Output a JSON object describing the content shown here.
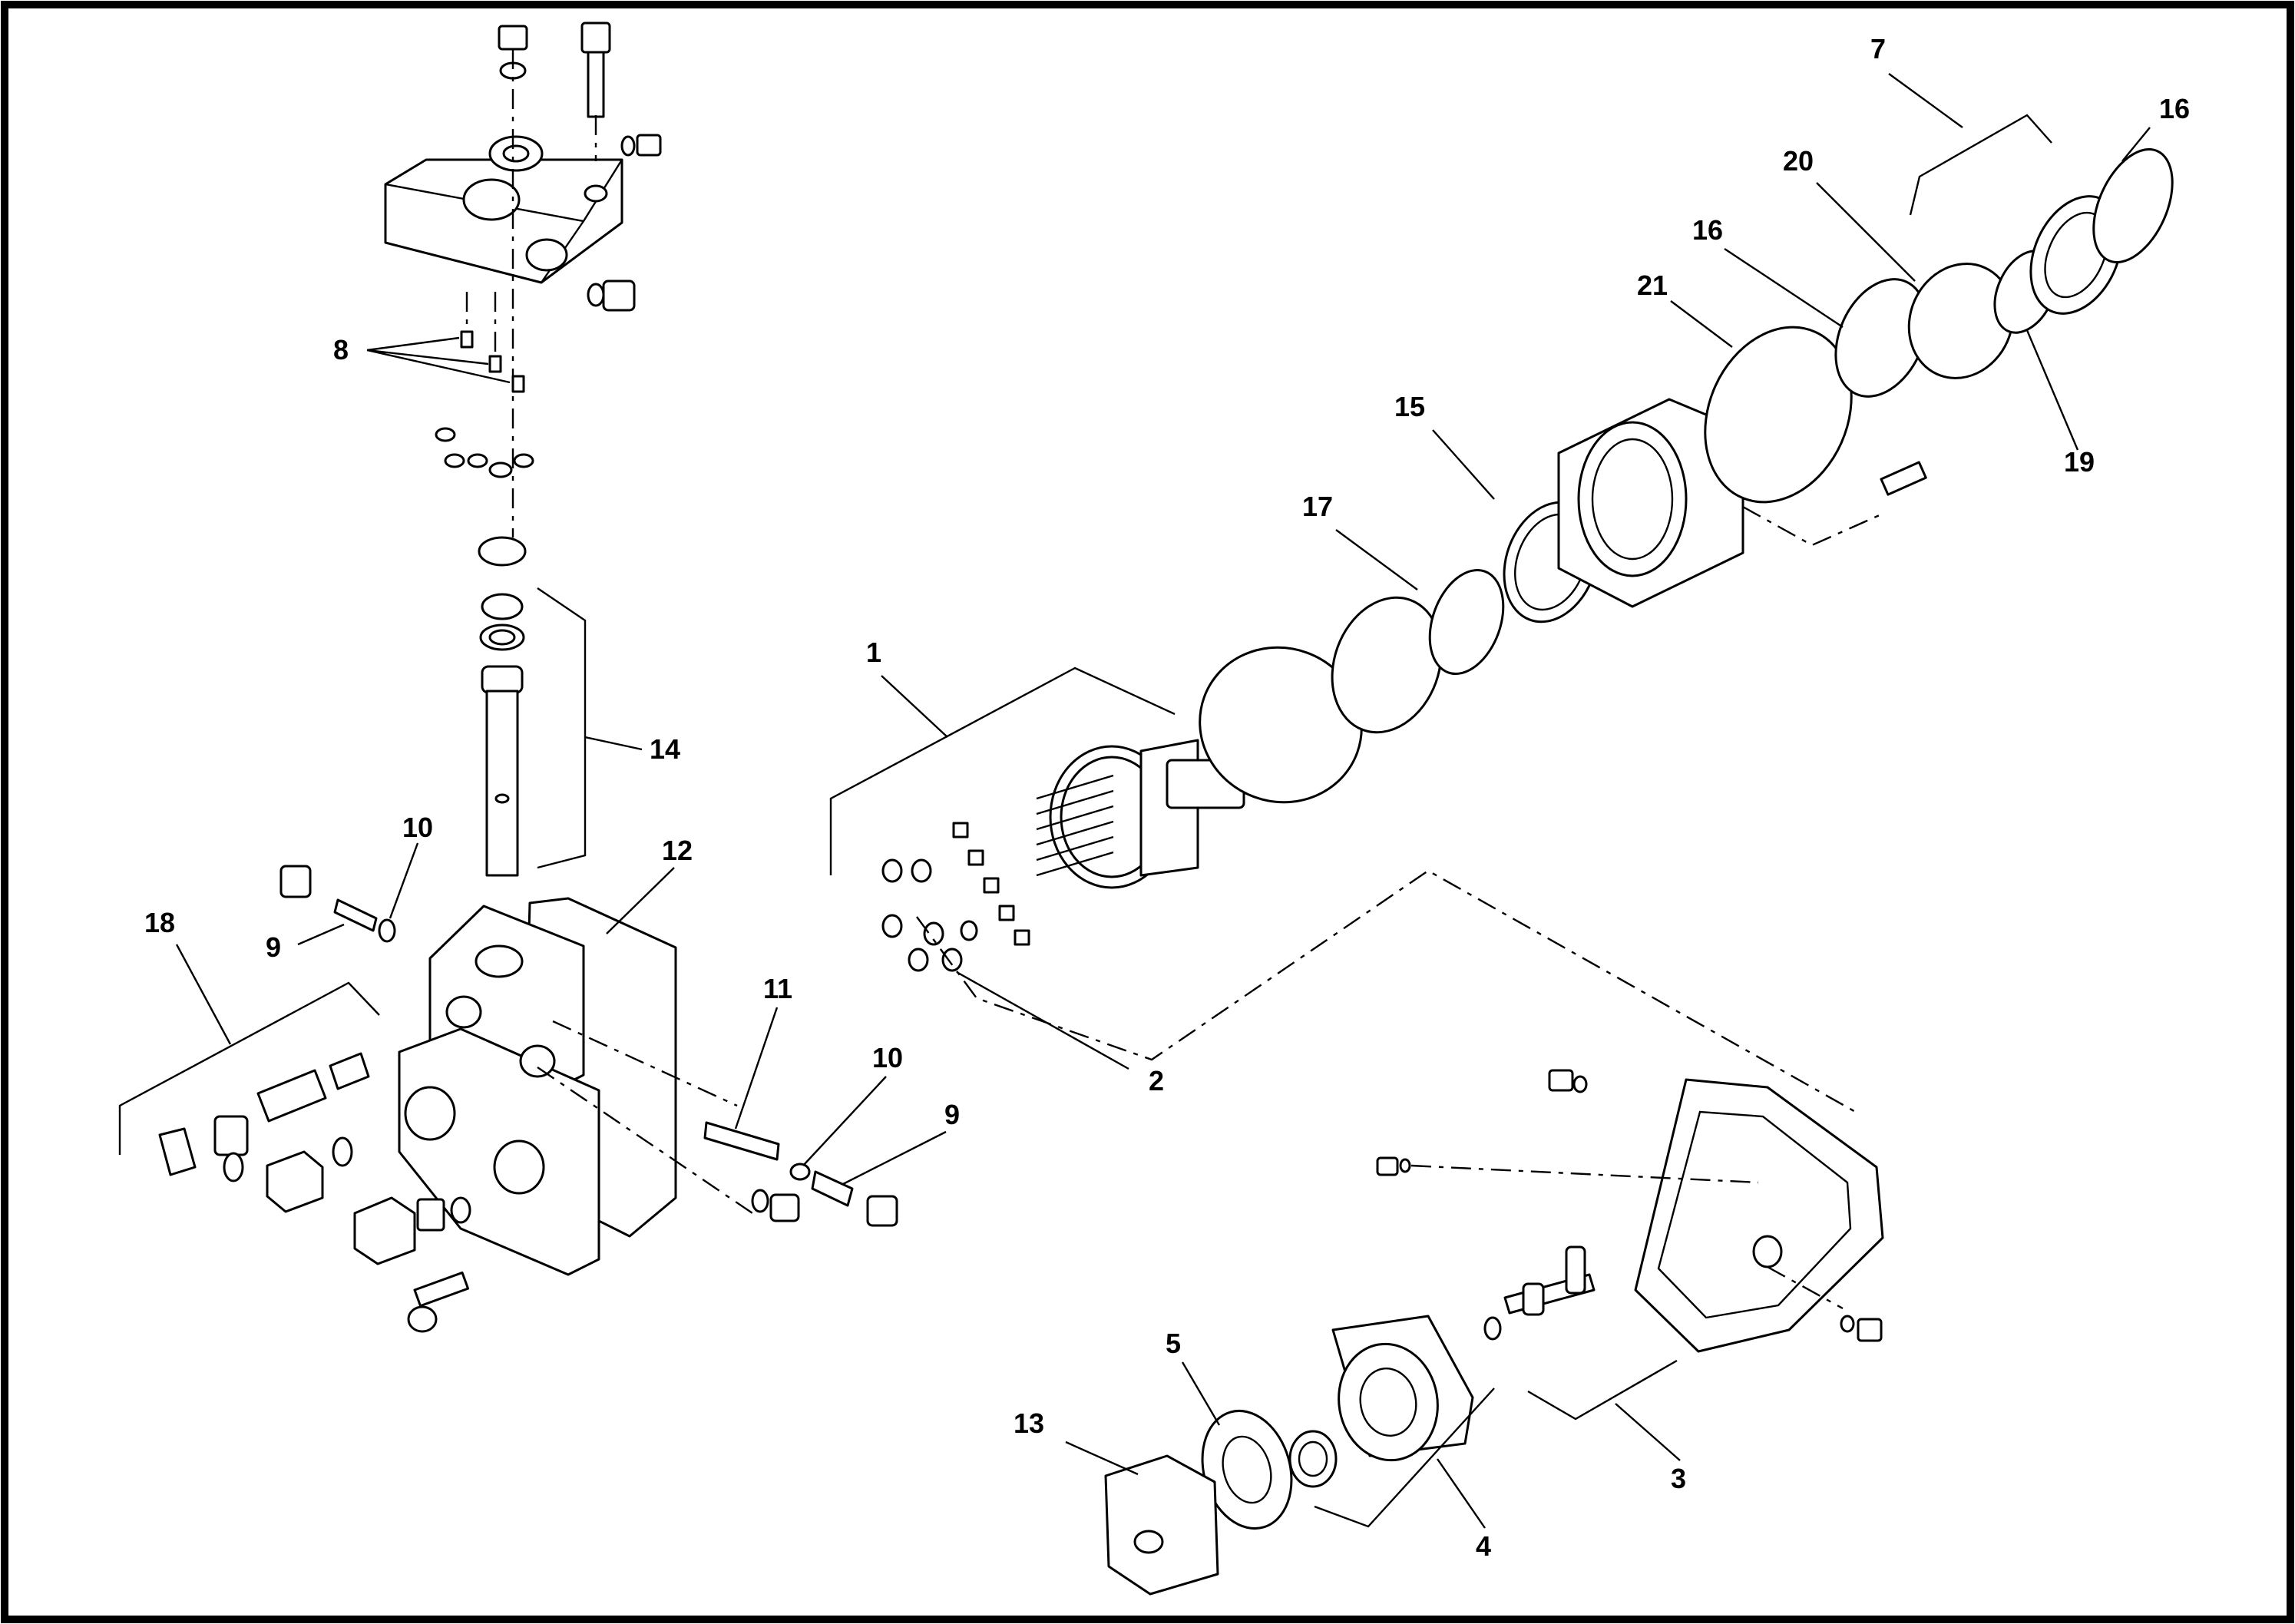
{
  "callouts": {
    "c1": "1",
    "c2": "2",
    "c3": "3",
    "c4": "4",
    "c5": "5",
    "c7": "7",
    "c8": "8",
    "c9a": "9",
    "c9b": "9",
    "c10a": "10",
    "c10b": "10",
    "c11": "11",
    "c12": "12",
    "c13": "13",
    "c14": "14",
    "c15": "15",
    "c16a": "16",
    "c16b": "16",
    "c17": "17",
    "c18": "18",
    "c19": "19",
    "c20": "20",
    "c21": "21"
  }
}
